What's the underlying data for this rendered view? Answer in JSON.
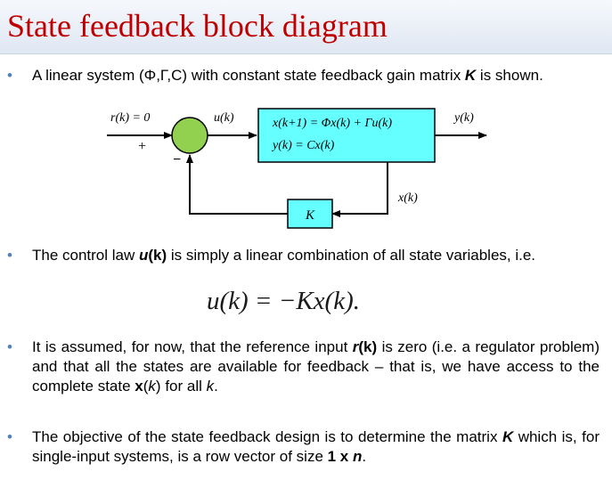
{
  "title": "State feedback block diagram",
  "bullet_glyph": "•",
  "bullets": {
    "b1": {
      "text_pre": "A linear system (Φ,Γ,C) with constant state feedback gain matrix ",
      "K": "K",
      "text_post": " is shown."
    },
    "b2": {
      "text_pre": "The control law ",
      "u": "u",
      "paren_k": "(k)",
      "text_post": " is simply a linear combination of all state variables, i.e."
    },
    "b3": {
      "text_pre": "It is assumed, for now, that the reference input ",
      "r": "r",
      "paren_k": "(k)",
      "text_mid1": " is zero (i.e. a regulator problem) and that all the states are available for feedback – that is, we have access to the complete state ",
      "x": "x",
      "open_paren": "(",
      "k": "k",
      "close_paren": ")",
      "text_mid2": " for all ",
      "k2": "k",
      "text_end": "."
    },
    "b4": {
      "text_pre": "The objective of the state feedback design is to determine the matrix ",
      "K": "K",
      "text_mid": " which is, for single-input systems, is a row vector of size ",
      "size": "1 x ",
      "n": "n",
      "text_end": "."
    }
  },
  "equation": "u(k) = −Kx(k).",
  "diagram": {
    "r_label": "r(k) = 0",
    "plus_sign": "+",
    "minus_sign": "−",
    "u_label": "u(k)",
    "state_eq": "x(k+1) = Φx(k) + Γu(k)",
    "output_eq": "y(k) = Cx(k)",
    "y_label": "y(k)",
    "x_label": "x(k)",
    "gain_label": "K",
    "colors": {
      "summer_fill": "#92d050",
      "system_fill": "#66ffff",
      "gain_fill": "#66ffff",
      "line": "#000000"
    }
  }
}
